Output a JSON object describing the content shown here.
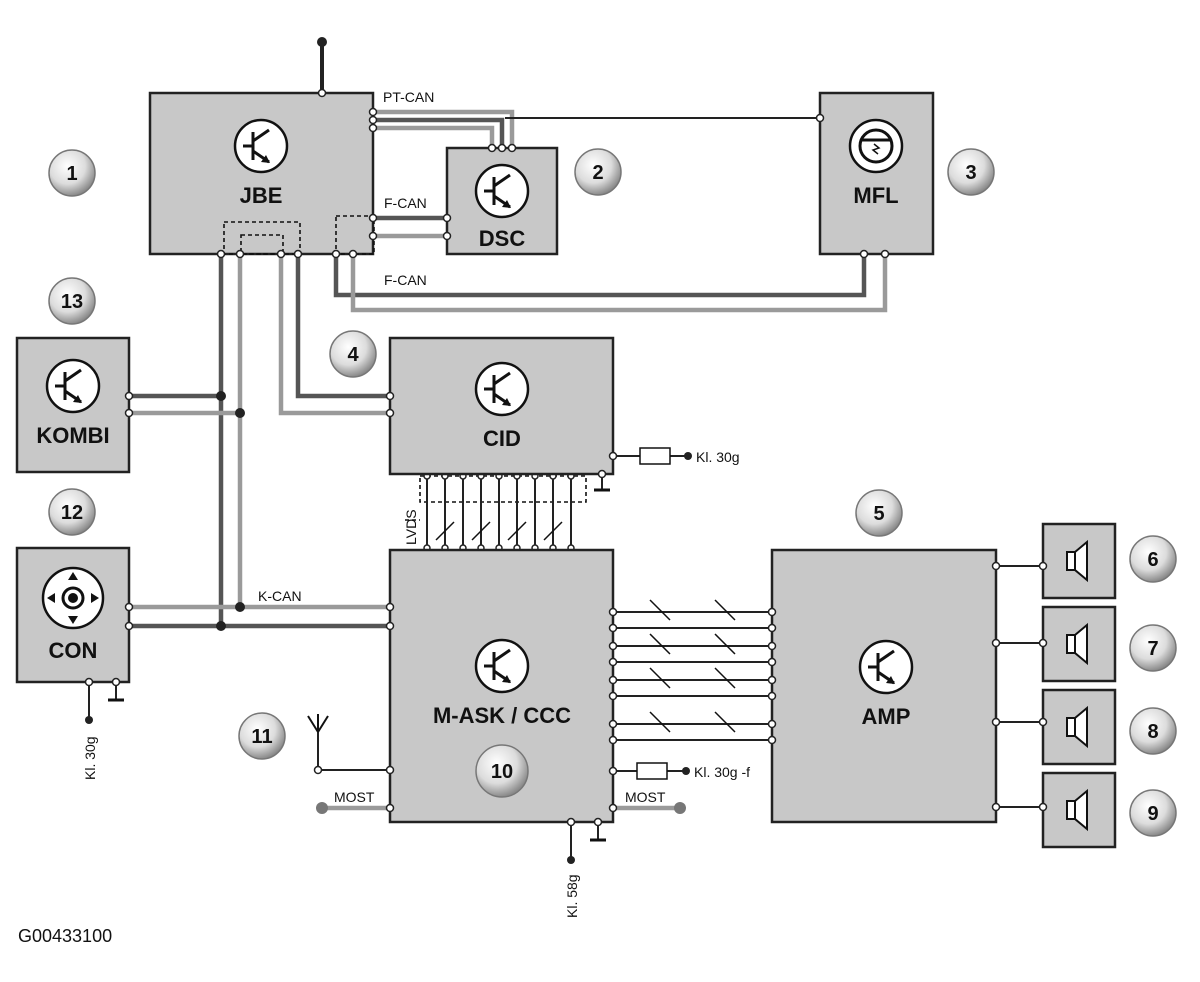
{
  "modules": {
    "jbe": "JBE",
    "dsc": "DSC",
    "mfl": "MFL",
    "kombi": "KOMBI",
    "cid": "CID",
    "con": "CON",
    "mask": "M-ASK / CCC",
    "amp": "AMP"
  },
  "buses": {
    "pt_can": "PT-CAN",
    "f_can_1": "F-CAN",
    "f_can_2": "F-CAN",
    "k_can": "K-CAN",
    "lvds": "LVDS",
    "most_left": "MOST",
    "most_right": "MOST"
  },
  "terminals": {
    "cid_kl30g": "Kl. 30g",
    "con_kl30g": "Kl. 30g",
    "mask_kl30gf": "Kl. 30g -f",
    "mask_kl58g": "Kl. 58g"
  },
  "callouts": [
    "1",
    "2",
    "3",
    "4",
    "5",
    "6",
    "7",
    "8",
    "9",
    "10",
    "11",
    "12",
    "13"
  ],
  "reference_code": "G00433100"
}
